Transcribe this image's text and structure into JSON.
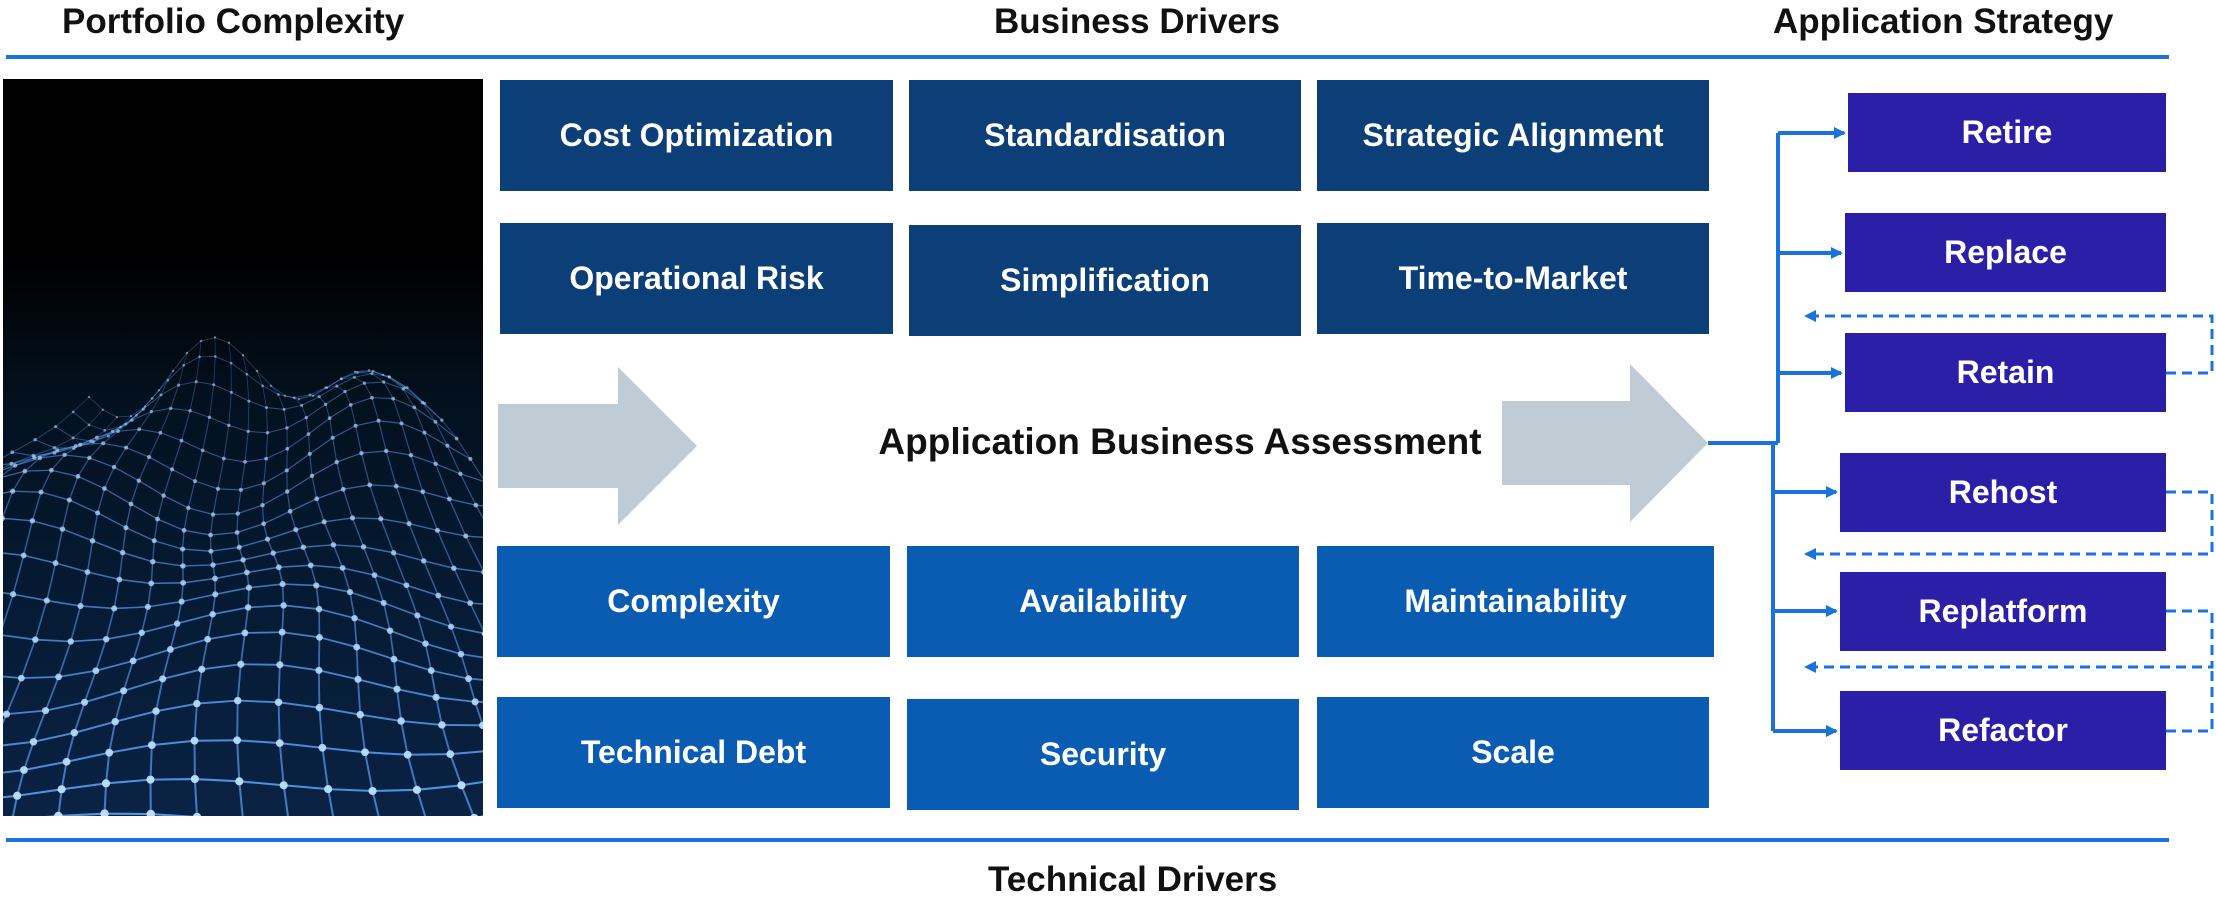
{
  "headings": {
    "portfolio": "Portfolio Complexity",
    "business": "Business Drivers",
    "strategy": "Application Strategy",
    "technical": "Technical Drivers"
  },
  "business_drivers": [
    "Cost Optimization",
    "Standardisation",
    "Strategic Alignment",
    "Operational Risk",
    "Simplification",
    "Time-to-Market"
  ],
  "technical_drivers": [
    "Complexity",
    "Availability",
    "Maintainability",
    "Technical Debt",
    "Security",
    "Scale"
  ],
  "center_label": "Application Business Assessment",
  "strategies": [
    "Retire",
    "Replace",
    "Retain",
    "Rehost",
    "Replatform",
    "Refactor"
  ],
  "colors": {
    "business_box": "#0c3e78",
    "technical_box": "#0a5cb3",
    "strategy_box": "#2b1fa8",
    "arrow_fill": "#c0ccd5",
    "connector": "#1a73d9"
  },
  "icons": {
    "portfolio_image": "network-mesh-wave-image",
    "big_arrow": "right-arrow-icon"
  }
}
